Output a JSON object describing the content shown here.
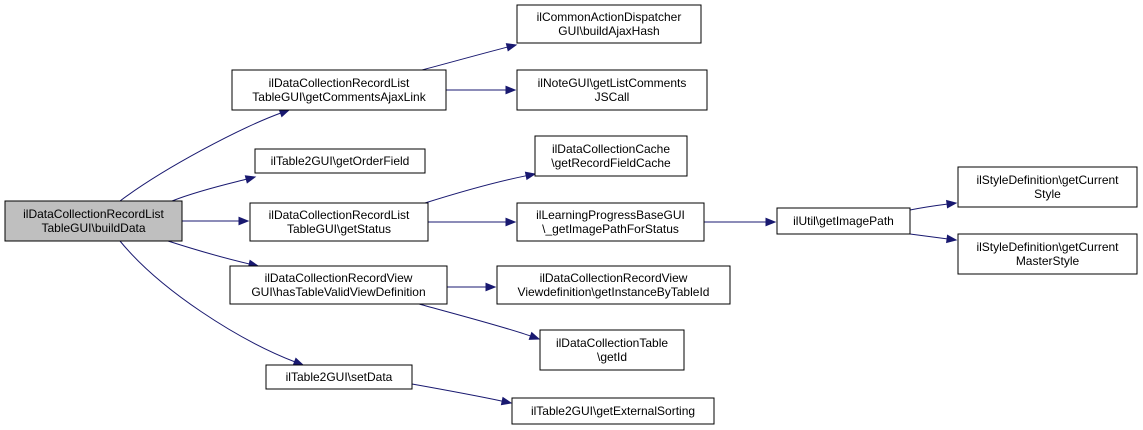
{
  "colors": {
    "edge": "#191970",
    "node_border": "#000000",
    "node_fill": "#ffffff",
    "root_fill": "#bfbfbf"
  },
  "nodes": [
    {
      "id": "n_root",
      "lines": [
        "ilDataCollectionRecordList",
        "TableGUI\\buildData"
      ],
      "root": true
    },
    {
      "id": "n_comments",
      "lines": [
        "ilDataCollectionRecordList",
        "TableGUI\\getCommentsAjaxLink"
      ]
    },
    {
      "id": "n_orderfield",
      "lines": [
        "ilTable2GUI\\getOrderField"
      ]
    },
    {
      "id": "n_status",
      "lines": [
        "ilDataCollectionRecordList",
        "TableGUI\\getStatus"
      ]
    },
    {
      "id": "n_viewdef",
      "lines": [
        "ilDataCollectionRecordView",
        "GUI\\hasTableValidViewDefinition"
      ]
    },
    {
      "id": "n_setdata",
      "lines": [
        "ilTable2GUI\\setData"
      ]
    },
    {
      "id": "n_ajaxhash",
      "lines": [
        "ilCommonActionDispatcher",
        "GUI\\buildAjaxHash"
      ]
    },
    {
      "id": "n_notegui",
      "lines": [
        "ilNoteGUI\\getListComments",
        "JSCall"
      ]
    },
    {
      "id": "n_cache",
      "lines": [
        "ilDataCollectionCache",
        "\\getRecordFieldCache"
      ]
    },
    {
      "id": "n_lpbase",
      "lines": [
        "ilLearningProgressBaseGUI",
        "\\_getImagePathForStatus"
      ]
    },
    {
      "id": "n_getinstance",
      "lines": [
        "ilDataCollectionRecordView",
        "Viewdefinition\\getInstanceByTableId"
      ]
    },
    {
      "id": "n_tablegetid",
      "lines": [
        "ilDataCollectionTable",
        "\\getId"
      ]
    },
    {
      "id": "n_extsorting",
      "lines": [
        "ilTable2GUI\\getExternalSorting"
      ]
    },
    {
      "id": "n_imagepath",
      "lines": [
        "ilUtil\\getImagePath"
      ]
    },
    {
      "id": "n_curstyle",
      "lines": [
        "ilStyleDefinition\\getCurrent",
        "Style"
      ]
    },
    {
      "id": "n_curmaster",
      "lines": [
        "ilStyleDefinition\\getCurrent",
        "MasterStyle"
      ]
    }
  ],
  "edges": [
    {
      "from": "n_root",
      "to": "n_comments"
    },
    {
      "from": "n_root",
      "to": "n_orderfield"
    },
    {
      "from": "n_root",
      "to": "n_status"
    },
    {
      "from": "n_root",
      "to": "n_viewdef"
    },
    {
      "from": "n_root",
      "to": "n_setdata"
    },
    {
      "from": "n_comments",
      "to": "n_ajaxhash"
    },
    {
      "from": "n_comments",
      "to": "n_notegui"
    },
    {
      "from": "n_status",
      "to": "n_cache"
    },
    {
      "from": "n_status",
      "to": "n_lpbase"
    },
    {
      "from": "n_lpbase",
      "to": "n_imagepath"
    },
    {
      "from": "n_imagepath",
      "to": "n_curstyle"
    },
    {
      "from": "n_imagepath",
      "to": "n_curmaster"
    },
    {
      "from": "n_viewdef",
      "to": "n_getinstance"
    },
    {
      "from": "n_viewdef",
      "to": "n_tablegetid"
    },
    {
      "from": "n_setdata",
      "to": "n_extsorting"
    }
  ]
}
